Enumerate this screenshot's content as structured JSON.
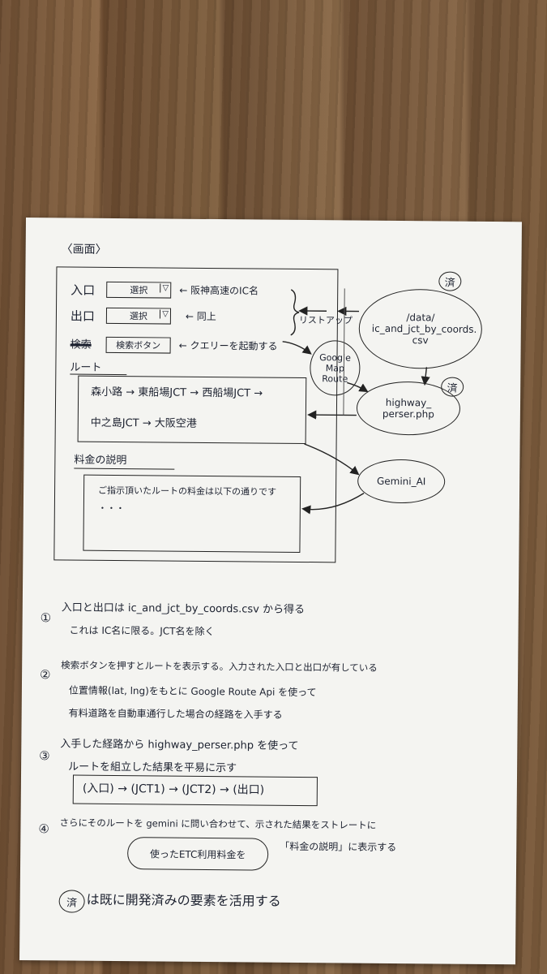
{
  "screen_heading": "〈画面〉",
  "screen": {
    "entrance_label": "入口",
    "entrance_select": "選択",
    "entrance_select_caret": "▽",
    "entrance_note": "← 阪神高速のIC名",
    "exit_label": "出口",
    "exit_select": "選択",
    "exit_select_caret": "▽",
    "exit_note": "← 同上",
    "search_label": "検索",
    "search_button": "検索ボタン",
    "search_note": "← クエリーを起動する",
    "route_label": "ルート",
    "route_line1": "森小路 → 東船場JCT → 西船場JCT →",
    "route_line2": "中之島JCT → 大阪空港",
    "fee_label": "料金の説明",
    "fee_text_line1": "ご指示頂いたルートの料金は以下の通りです",
    "fee_text_line2": "・・・"
  },
  "diagram": {
    "list_up_label": "リストアップ",
    "data_file": "/data/ ic_and_jct_by_coords. csv",
    "google_map": "Google Map Route",
    "php_file": "highway_ perser.php",
    "gemini": "Gemini_AI",
    "done_mark": "済"
  },
  "notes": [
    {
      "num": "①",
      "line1": "入口と出口は ic_and_jct_by_coords.csv から得る",
      "line2": "これは IC名に限る。JCT名を除く"
    },
    {
      "num": "②",
      "line1": "検索ボタンを押すとルートを表示する。入力された入口と出口が有している",
      "line2": "位置情報(lat, lng)をもとに Google Route Api を使って",
      "line3": "有料道路を自動車通行した場合の経路を入手する"
    },
    {
      "num": "③",
      "line1": "入手した経路から highway_perser.php を使って",
      "line2": "ルートを組立した結果を平易に示す",
      "route_example": "(入口) → (JCT1) → (JCT2) → (出口)"
    },
    {
      "num": "④",
      "line1": "さらにそのルートを gemini に問い合わせて、示された結果をストレートに",
      "line2": "「料金の説明」に表示する",
      "bubble": "使ったETC利用料金を"
    }
  ],
  "footer_mark": "済",
  "footer_text": "は既に開発済みの要素を活用する"
}
